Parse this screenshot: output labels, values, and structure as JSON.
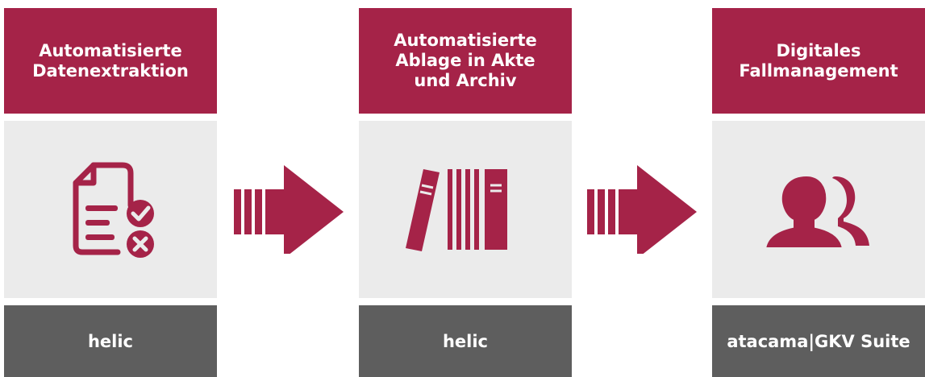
{
  "colors": {
    "accent": "#a52348",
    "panel": "#ebebeb",
    "footer": "#5e5e5e",
    "text": "#ffffff"
  },
  "steps": [
    {
      "title": "Automatisierte\nDatenextraktion",
      "icon": "document-check-cross-icon",
      "product": "helic"
    },
    {
      "title": "Automatisierte\nAblage in Akte\nund Archiv",
      "icon": "binders-archive-icon",
      "product": "helic"
    },
    {
      "title": "Digitales\nFallmanagement",
      "icon": "users-icon",
      "product": "atacama|GKV Suite"
    }
  ],
  "arrows": [
    "striped-arrow-right-icon",
    "striped-arrow-right-icon"
  ]
}
